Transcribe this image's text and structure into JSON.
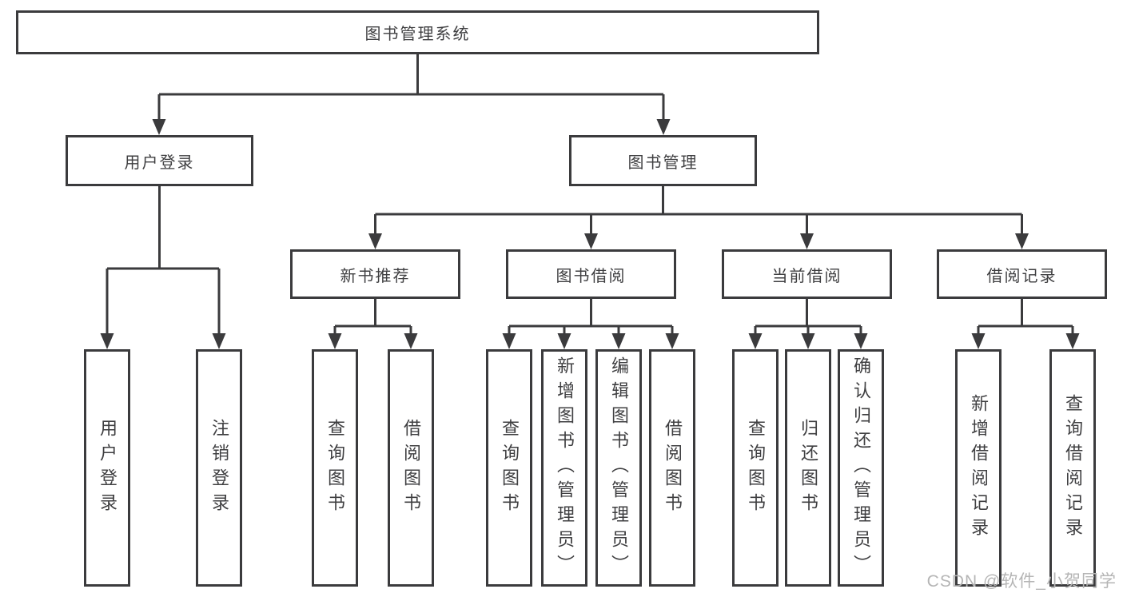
{
  "tree": {
    "root": {
      "label": "图书管理系统"
    },
    "branches": [
      {
        "label": "用户登录",
        "children": [
          {
            "label": "用户登录"
          },
          {
            "label": "注销登录"
          }
        ]
      },
      {
        "label": "图书管理",
        "children": [
          {
            "label": "新书推荐",
            "children": [
              {
                "label": "查询图书"
              },
              {
                "label": "借阅图书"
              }
            ]
          },
          {
            "label": "图书借阅",
            "children": [
              {
                "label": "查询图书"
              },
              {
                "label": "新增图书（管理员）"
              },
              {
                "label": "编辑图书（管理员）"
              },
              {
                "label": "借阅图书"
              }
            ]
          },
          {
            "label": "当前借阅",
            "children": [
              {
                "label": "查询图书"
              },
              {
                "label": "归还图书"
              },
              {
                "label": "确认归还（管理员）"
              }
            ]
          },
          {
            "label": "借阅记录",
            "children": [
              {
                "label": "新增借阅记录"
              },
              {
                "label": "查询借阅记录"
              }
            ]
          }
        ]
      }
    ]
  },
  "watermark": {
    "text": "CSDN @软件_小贺同学"
  },
  "colors": {
    "line": "#3b3b3d",
    "box_border": "#3b3b3d",
    "box_fill": "#ffffff",
    "text": "#3f3f41",
    "watermark": "#b5b5b5",
    "background": "#ffffff"
  }
}
